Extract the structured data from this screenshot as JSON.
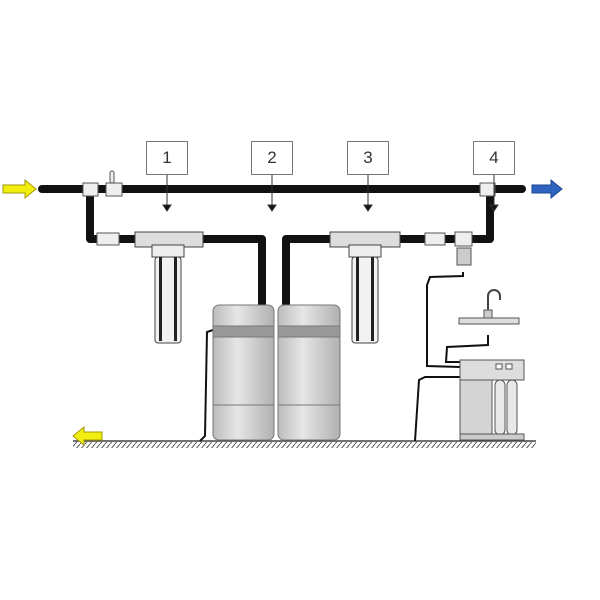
{
  "labels": [
    "1",
    "2",
    "3",
    "4"
  ],
  "colors": {
    "inlet_arrow": "#f2ee10",
    "outlet_arrow": "#2f63c0",
    "drain_arrow": "#f2ee10",
    "pipe": "#111111",
    "equipment": "#d4d4d4"
  }
}
